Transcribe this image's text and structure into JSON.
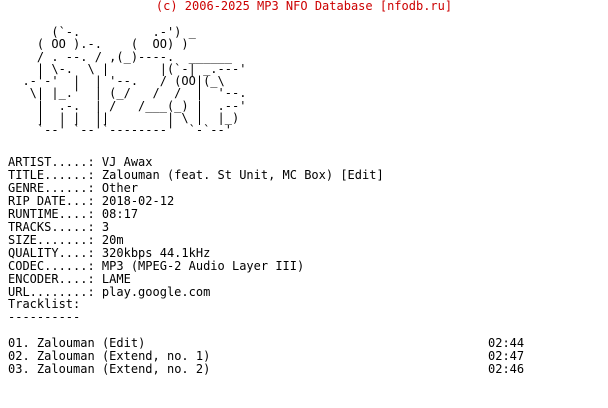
{
  "header": {
    "text": "(c) 2006-2025 MP3 NFO Database [nfodb.ru]"
  },
  "art": {
    "lines": [
      "      (`-.          .-') _",
      "    ( OO ).-.    (  OO) )",
      "    / . --. / ,(_)----.  ______",
      "    | \\-.  \\ |       |(`-| _.---'",
      "  .-'-'  |  | '--.   / (OO|(_\\",
      "   \\| |_.'  | (_/   /  /  |  '--.",
      "    |  .-.  | /   /___(_) |  .--'",
      "    |  | |  ||        | \\ |  |_)",
      "    `--' `--'`--------'  `-`--'"
    ]
  },
  "info": [
    {
      "label": "ARTIST.....: ",
      "value": "VJ Awax"
    },
    {
      "label": "TITLE......: ",
      "value": "Zalouman (feat. St Unit, MC Box) [Edit]"
    },
    {
      "label": "GENRE......: ",
      "value": "Other"
    },
    {
      "label": "RIP DATE...: ",
      "value": "2018-02-12"
    },
    {
      "label": "RUNTIME....: ",
      "value": "08:17"
    },
    {
      "label": "TRACKS.....: ",
      "value": "3"
    },
    {
      "label": "SIZE.......: ",
      "value": "20m"
    },
    {
      "label": "QUALITY....: ",
      "value": "320kbps 44.1kHz"
    },
    {
      "label": "CODEC......: ",
      "value": "MP3 (MPEG-2 Audio Layer III)"
    },
    {
      "label": "ENCODER....: ",
      "value": "LAME"
    },
    {
      "label": "URL........: ",
      "value": "play.google.com"
    }
  ],
  "tracklist": {
    "heading": "Tracklist:",
    "underline": "----------",
    "tracks": [
      {
        "num": "01.",
        "title": "Zalouman (Edit)",
        "time": "02:44"
      },
      {
        "num": "02.",
        "title": "Zalouman (Extend, no. 1)",
        "time": "02:47"
      },
      {
        "num": "03.",
        "title": "Zalouman (Extend, no. 2)",
        "time": "02:46"
      }
    ]
  },
  "colors": {
    "header": "#cc0000",
    "text": "#000000",
    "background": "#ffffff"
  }
}
